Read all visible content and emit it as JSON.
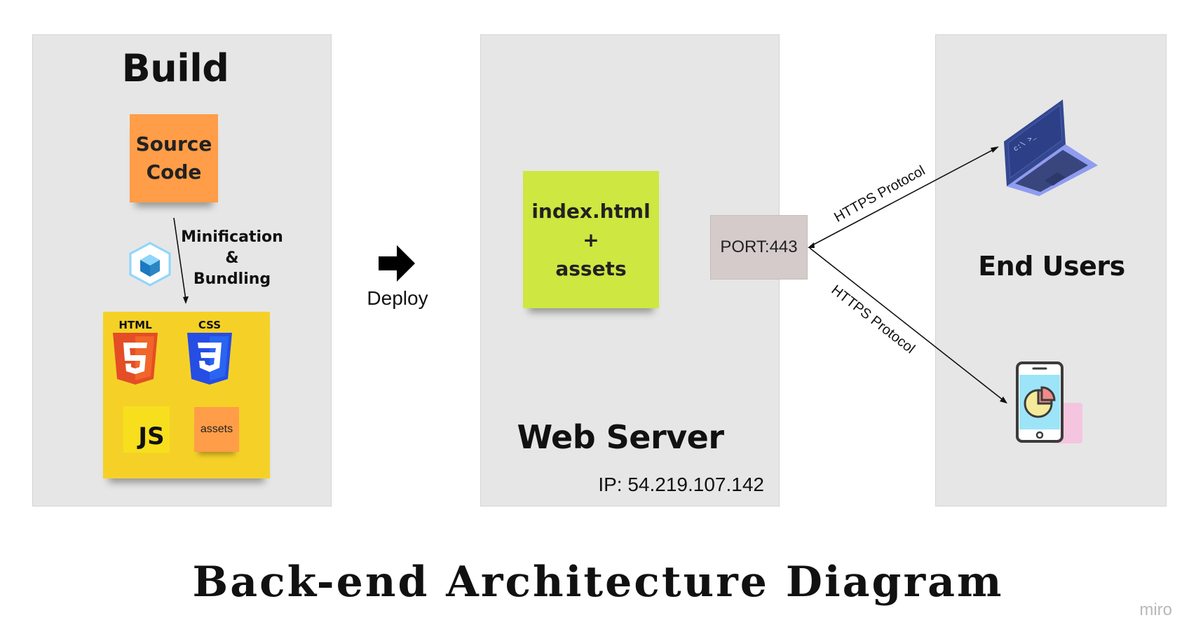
{
  "title": "Back-end Architecture Diagram",
  "watermark": "miro",
  "build": {
    "heading": "Build",
    "source_code": "Source\nCode",
    "process_label": "Minification\n&\nBundling",
    "html_label": "HTML",
    "css_label": "CSS",
    "js_label": "JS",
    "assets_label": "assets"
  },
  "deploy": {
    "label": "Deploy"
  },
  "server": {
    "artifact": "index.html\n+\nassets",
    "port": "PORT:443",
    "heading": "Web Server",
    "ip": "IP: 54.219.107.142"
  },
  "protocols": {
    "top": "HTTPS Protocol",
    "bottom": "HTTPS Protocol"
  },
  "users": {
    "heading": "End Users",
    "laptop_screen_text": "c:\\ >_"
  },
  "colors": {
    "panel": "#e6e6e6",
    "source_code_note": "#ff9d48",
    "bundle_note": "#f5d128",
    "artifact_note": "#cee741",
    "port_box": "#d5cbcb",
    "html5": "#e44d26",
    "css3": "#264de4",
    "js": "#f7df1e"
  }
}
